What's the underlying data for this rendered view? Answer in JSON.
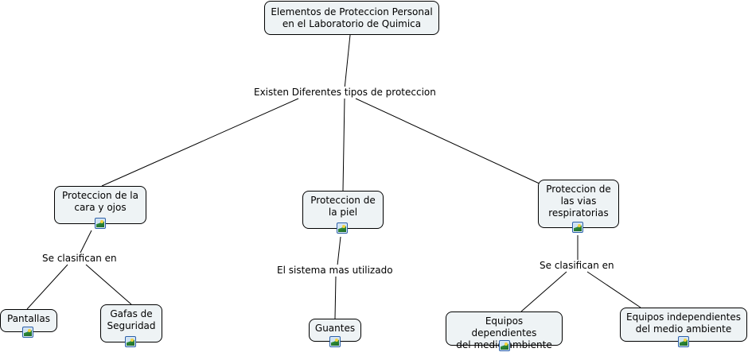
{
  "root": {
    "label": "Elementos de Proteccion Personal\nen el Laboratorio de Quimica"
  },
  "link_labels": {
    "root_link": "Existen Diferentes tipos de proteccion",
    "cara_link": "Se clasifican en",
    "piel_link": "El sistema mas utilizado",
    "vias_link": "Se clasifican en"
  },
  "categories": [
    {
      "label": "Proteccion de la\ncara y ojos",
      "has_image": true
    },
    {
      "label": "Proteccion de\nla piel",
      "has_image": true
    },
    {
      "label": "Proteccion de\nlas vias\nrespiratorias",
      "has_image": true
    }
  ],
  "leaves": [
    {
      "label": "Pantallas",
      "has_image": true
    },
    {
      "label": "Gafas de\nSeguridad",
      "has_image": true
    },
    {
      "label": "Guantes",
      "has_image": true
    },
    {
      "label": "Equipos dependientes\ndel medio ambiente",
      "has_image": true
    },
    {
      "label": "Equipos independientes\ndel medio ambiente",
      "has_image": true
    }
  ],
  "icons": {
    "resource": "image-icon"
  }
}
